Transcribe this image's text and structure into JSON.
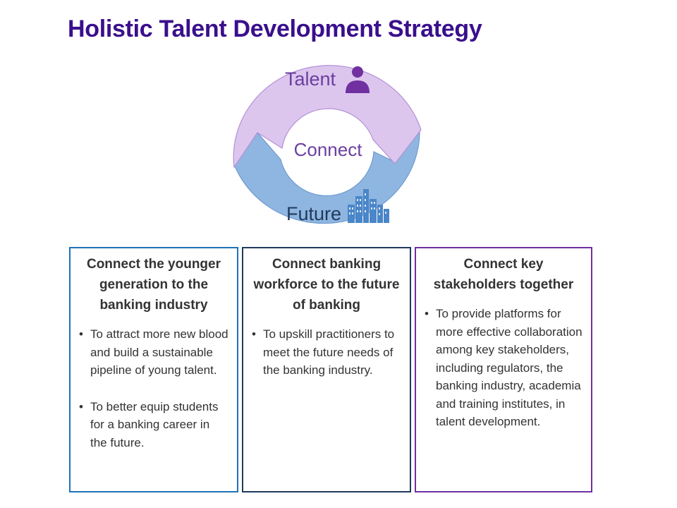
{
  "title": "Holistic Talent Development Strategy",
  "diagram": {
    "top_label": "Talent",
    "center_label": "Connect",
    "bottom_label": "Future",
    "icons": {
      "top": "person-icon",
      "bottom": "city-buildings-icon"
    },
    "colors": {
      "top_arc": "#dcc6ee",
      "top_arc_stroke": "#b48fd6",
      "bottom_arc": "#8fb6e0",
      "bottom_arc_stroke": "#6d9bd0",
      "top_text": "#6b3fa0",
      "center_text": "#6b3fa0",
      "bottom_text": "#1f3a5f"
    }
  },
  "columns": [
    {
      "heading": "Connect the younger generation to the banking industry",
      "border_color": "#1f72b8",
      "bullets": [
        "To attract more new blood and build a sustainable pipeline of young talent.",
        "To better equip students for a banking career in the future."
      ]
    },
    {
      "heading": "Connect banking workforce to the future of banking",
      "border_color": "#1f3a5f",
      "bullets": [
        "To upskill practitioners to meet the future needs of the banking industry."
      ]
    },
    {
      "heading": "Connect key stakeholders together",
      "border_color": "#7030a0",
      "bullets": [
        "To provide platforms for more effective collaboration among key stakeholders, including regulators, the banking industry, academia and training institutes, in talent development."
      ]
    }
  ]
}
